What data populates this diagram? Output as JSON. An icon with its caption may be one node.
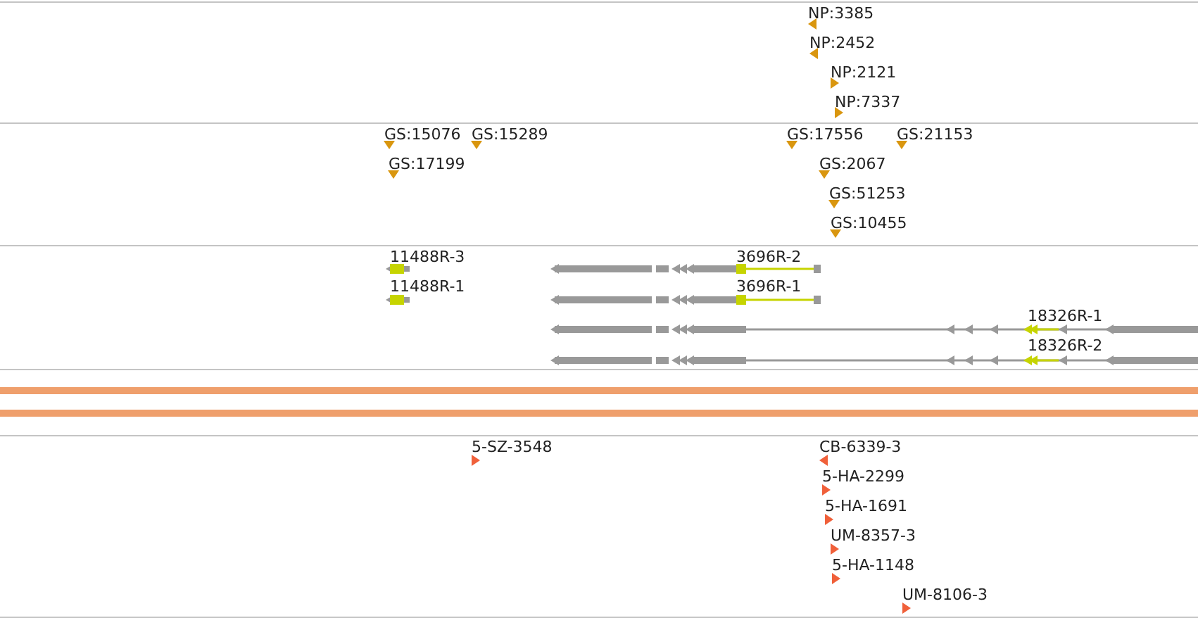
{
  "diagram": {
    "labels": [
      "NP:3385",
      "NP:2452",
      "NP:2121",
      "NP:7337",
      "GS:15076",
      "GS:15289",
      "GS:17556",
      "GS:21153",
      "GS:17199",
      "GS:2067",
      "GS:51253",
      "GS:10455",
      "11488R-3",
      "3696R-2",
      "11488R-1",
      "3696R-1",
      "18326R-1",
      "18326R-2",
      "5-SZ-3548",
      "CB-6339-3",
      "5-HA-2299",
      "5-HA-1691",
      "UM-8357-3",
      "5-HA-1148",
      "UM-8106-3"
    ]
  }
}
